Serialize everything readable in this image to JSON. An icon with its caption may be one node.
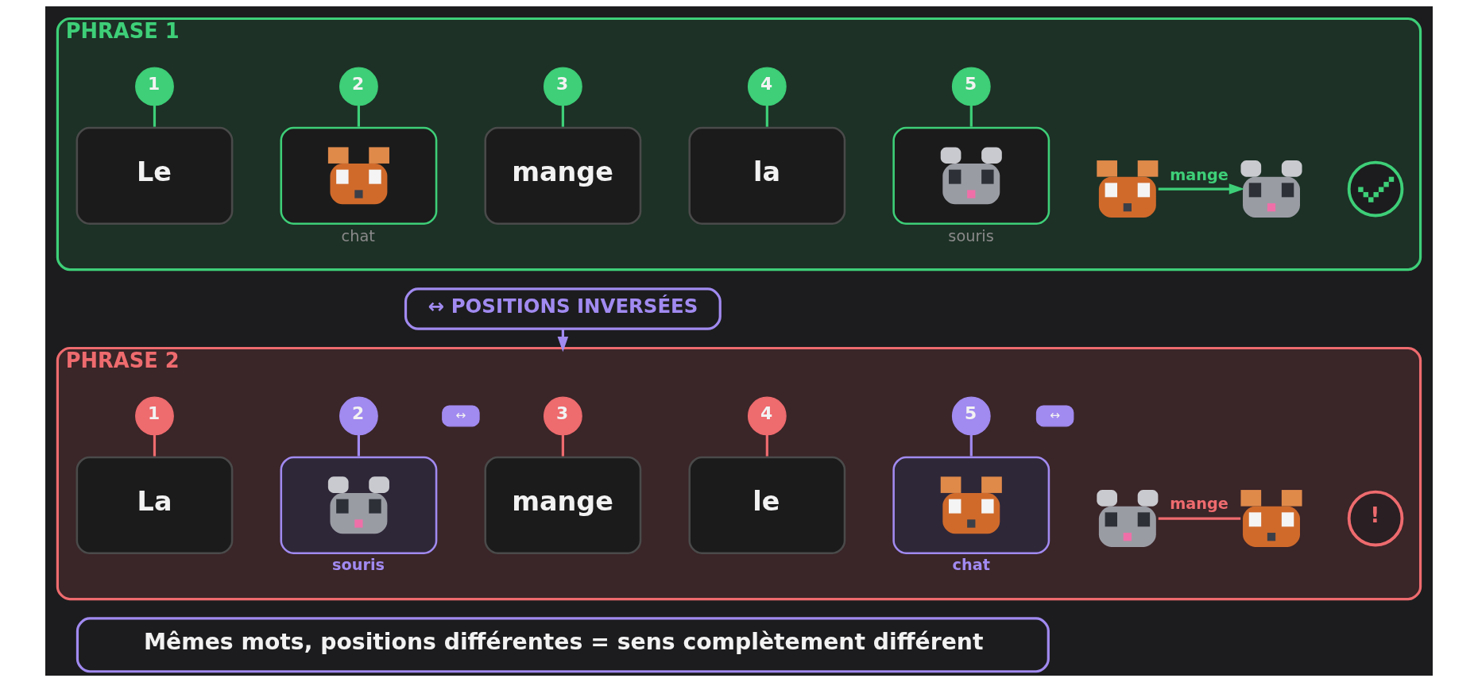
{
  "diagram": {
    "nodes": [
      {
        "text": [
          "PHRASE 1"
        ]
      },
      {
        "text": [
          "1"
        ],
        "in": 0
      },
      {
        "text": [
          "Le"
        ],
        "in": 0
      },
      {
        "text": [
          "2"
        ],
        "in": 0
      },
      {
        "text": [],
        "shape": "picture",
        "beside": [
          "chat"
        ],
        "in": 0
      },
      {
        "text": [
          "3"
        ],
        "in": 0
      },
      {
        "text": [
          "mange"
        ],
        "in": 0
      },
      {
        "text": [
          "4"
        ],
        "in": 0
      },
      {
        "text": [
          "la"
        ],
        "in": 0
      },
      {
        "text": [
          "5"
        ],
        "in": 0
      },
      {
        "text": [],
        "shape": "picture",
        "beside": [
          "souris"
        ],
        "in": 0
      },
      {
        "text": [],
        "shape": "picture",
        "in": 0
      },
      {
        "text": [],
        "shape": "picture",
        "in": 0
      },
      {
        "text": [],
        "shape": "circle",
        "in": 0
      },
      {
        "text": [
          "↔ POSITIONS INVERSÉES"
        ]
      },
      {
        "text": [
          "PHRASE 2"
        ]
      },
      {
        "text": [
          "1"
        ],
        "in": 15
      },
      {
        "text": [
          "La"
        ],
        "in": 15
      },
      {
        "text": [
          "2"
        ],
        "in": 15
      },
      {
        "text": [
          "↔"
        ],
        "in": 15
      },
      {
        "text": [],
        "shape": "picture",
        "beside": [
          "souris"
        ],
        "in": 15
      },
      {
        "text": [
          "3"
        ],
        "in": 15
      },
      {
        "text": [
          "mange"
        ],
        "in": 15
      },
      {
        "text": [
          "4"
        ],
        "in": 15
      },
      {
        "text": [
          "le"
        ],
        "in": 15
      },
      {
        "text": [
          "5"
        ],
        "in": 15
      },
      {
        "text": [
          "↔"
        ],
        "in": 15
      },
      {
        "text": [],
        "shape": "picture",
        "beside": [
          "chat"
        ],
        "in": 15
      },
      {
        "text": [],
        "shape": "picture",
        "in": 15
      },
      {
        "text": [],
        "shape": "picture",
        "in": 15
      },
      {
        "text": [
          "!"
        ],
        "in": 15
      },
      {
        "text": [
          "Mêmes mots, positions différentes = sens complètement différent"
        ]
      }
    ],
    "edges": [
      {
        "from": 1,
        "to": 2,
        "arrow": "none"
      },
      {
        "from": 3,
        "to": 4,
        "arrow": "none"
      },
      {
        "from": 5,
        "to": 6,
        "arrow": "none"
      },
      {
        "from": 7,
        "to": 8,
        "arrow": "none"
      },
      {
        "from": 9,
        "to": 10,
        "arrow": "none"
      },
      {
        "from": 11,
        "to": 12,
        "arrow": "to",
        "label": "mange"
      },
      {
        "from": 14,
        "to": 15,
        "arrow": "to",
        "color": "#a18af0"
      },
      {
        "from": 16,
        "to": 17,
        "arrow": "none",
        "color": "#ee6b6e"
      },
      {
        "from": 18,
        "to": 20,
        "arrow": "none",
        "color": "#a18af0"
      },
      {
        "from": 21,
        "to": 22,
        "arrow": "none",
        "color": "#ee6b6e"
      },
      {
        "from": 23,
        "to": 24,
        "arrow": "none",
        "color": "#ee6b6e"
      },
      {
        "from": 25,
        "to": 27,
        "arrow": "none",
        "color": "#a18af0"
      },
      {
        "from": 28,
        "to": 29,
        "arrow": "none",
        "label": "mange",
        "color": "#ee6b6e"
      }
    ]
  }
}
